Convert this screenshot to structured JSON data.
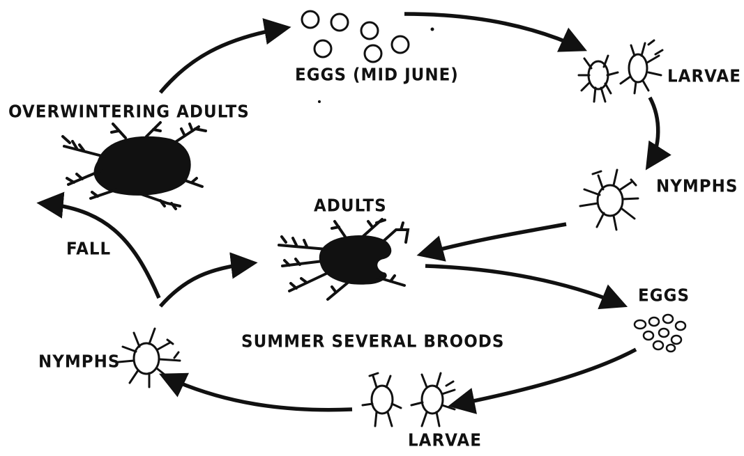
{
  "diagram": {
    "labels": {
      "eggs_mid_june": "EGGS (MID JUNE)",
      "larvae_top": "LARVAE",
      "overwintering_adults": "OVERWINTERING ADULTS",
      "nymphs_right": "NYMPHS",
      "adults": "ADULTS",
      "fall": "FALL",
      "eggs_right": "EGGS",
      "summer": "SUMMER SEVERAL BROODS",
      "nymphs_left": "NYMPHS",
      "larvae_bottom": "LARVAE"
    },
    "colors": {
      "ink": "#111111",
      "background": "#ffffff"
    }
  }
}
